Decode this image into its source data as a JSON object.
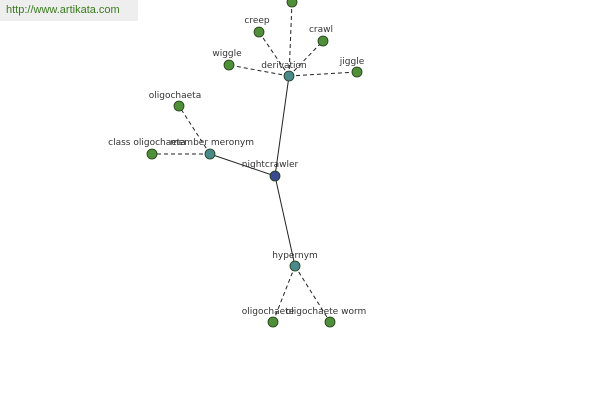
{
  "watermark": {
    "url": "http://www.artikata.com"
  },
  "graph": {
    "nodes": [
      {
        "id": "nightcrawler",
        "label": "nightcrawler",
        "kind": "root"
      },
      {
        "id": "derivation",
        "label": "derivation",
        "kind": "relation"
      },
      {
        "id": "member_meronym",
        "label": "member meronym",
        "kind": "relation"
      },
      {
        "id": "hypernym",
        "label": "hypernym",
        "kind": "relation"
      },
      {
        "id": "creep",
        "label": "creep",
        "kind": "word"
      },
      {
        "id": "crawl",
        "label": "crawl",
        "kind": "word"
      },
      {
        "id": "wiggle",
        "label": "wiggle",
        "kind": "word"
      },
      {
        "id": "jiggle",
        "label": "jiggle",
        "kind": "word"
      },
      {
        "id": "top_offscreen",
        "label": "",
        "kind": "word"
      },
      {
        "id": "oligochaeta",
        "label": "oligochaeta",
        "kind": "word"
      },
      {
        "id": "class_oligochaeta",
        "label": "class oligochaeta",
        "kind": "word"
      },
      {
        "id": "oligochaete",
        "label": "oligochaete",
        "kind": "word"
      },
      {
        "id": "oligochaete_worm",
        "label": "oligochaete worm",
        "kind": "word"
      }
    ],
    "edges": [
      {
        "from": "nightcrawler",
        "to": "derivation",
        "style": "solid"
      },
      {
        "from": "nightcrawler",
        "to": "member_meronym",
        "style": "solid"
      },
      {
        "from": "nightcrawler",
        "to": "hypernym",
        "style": "solid"
      },
      {
        "from": "derivation",
        "to": "top_offscreen",
        "style": "dashed"
      },
      {
        "from": "derivation",
        "to": "creep",
        "style": "dashed"
      },
      {
        "from": "derivation",
        "to": "crawl",
        "style": "dashed"
      },
      {
        "from": "derivation",
        "to": "wiggle",
        "style": "dashed"
      },
      {
        "from": "derivation",
        "to": "jiggle",
        "style": "dashed"
      },
      {
        "from": "member_meronym",
        "to": "oligochaeta",
        "style": "dashed"
      },
      {
        "from": "member_meronym",
        "to": "class_oligochaeta",
        "style": "dashed"
      },
      {
        "from": "hypernym",
        "to": "oligochaete",
        "style": "dashed"
      },
      {
        "from": "hypernym",
        "to": "oligochaete_worm",
        "style": "dashed"
      }
    ]
  },
  "colors": {
    "root": "#3b4a8f",
    "relation": "#4a8a8a",
    "word": "#4f8f3a",
    "stroke": "#222222",
    "url": "#3a7a1f"
  }
}
